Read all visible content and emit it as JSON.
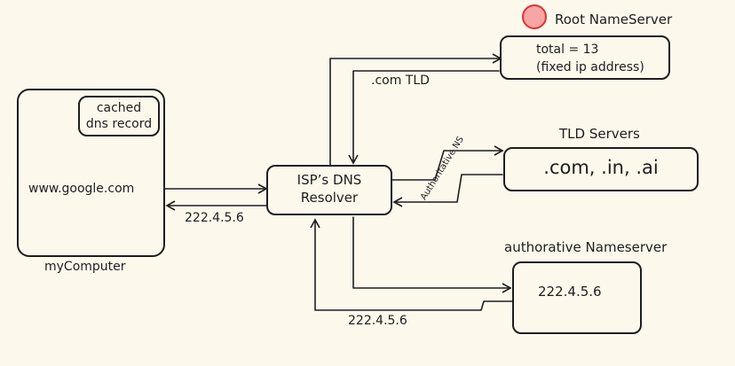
{
  "root": {
    "title": "Root NameServer",
    "line1": "total = 13",
    "line2": "(fixed ip address)",
    "marker_color": "#f8a5a5"
  },
  "tld": {
    "title": "TLD Servers",
    "content": ".com, .in, .ai"
  },
  "auth": {
    "title": "authorative Nameserver",
    "content": "222.4.5.6"
  },
  "computer": {
    "label": "myComputer",
    "cache_line1": "cached",
    "cache_line2": "dns record",
    "query": "www.google.com"
  },
  "resolver": {
    "line1": "ISP’s DNS",
    "line2": "Resolver"
  },
  "edges": {
    "com_tld": ".com TLD",
    "authoritative_ns": "Authoritative NS",
    "reply_to_computer": "222.4.5.6",
    "reply_from_auth": "222.4.5.6"
  }
}
